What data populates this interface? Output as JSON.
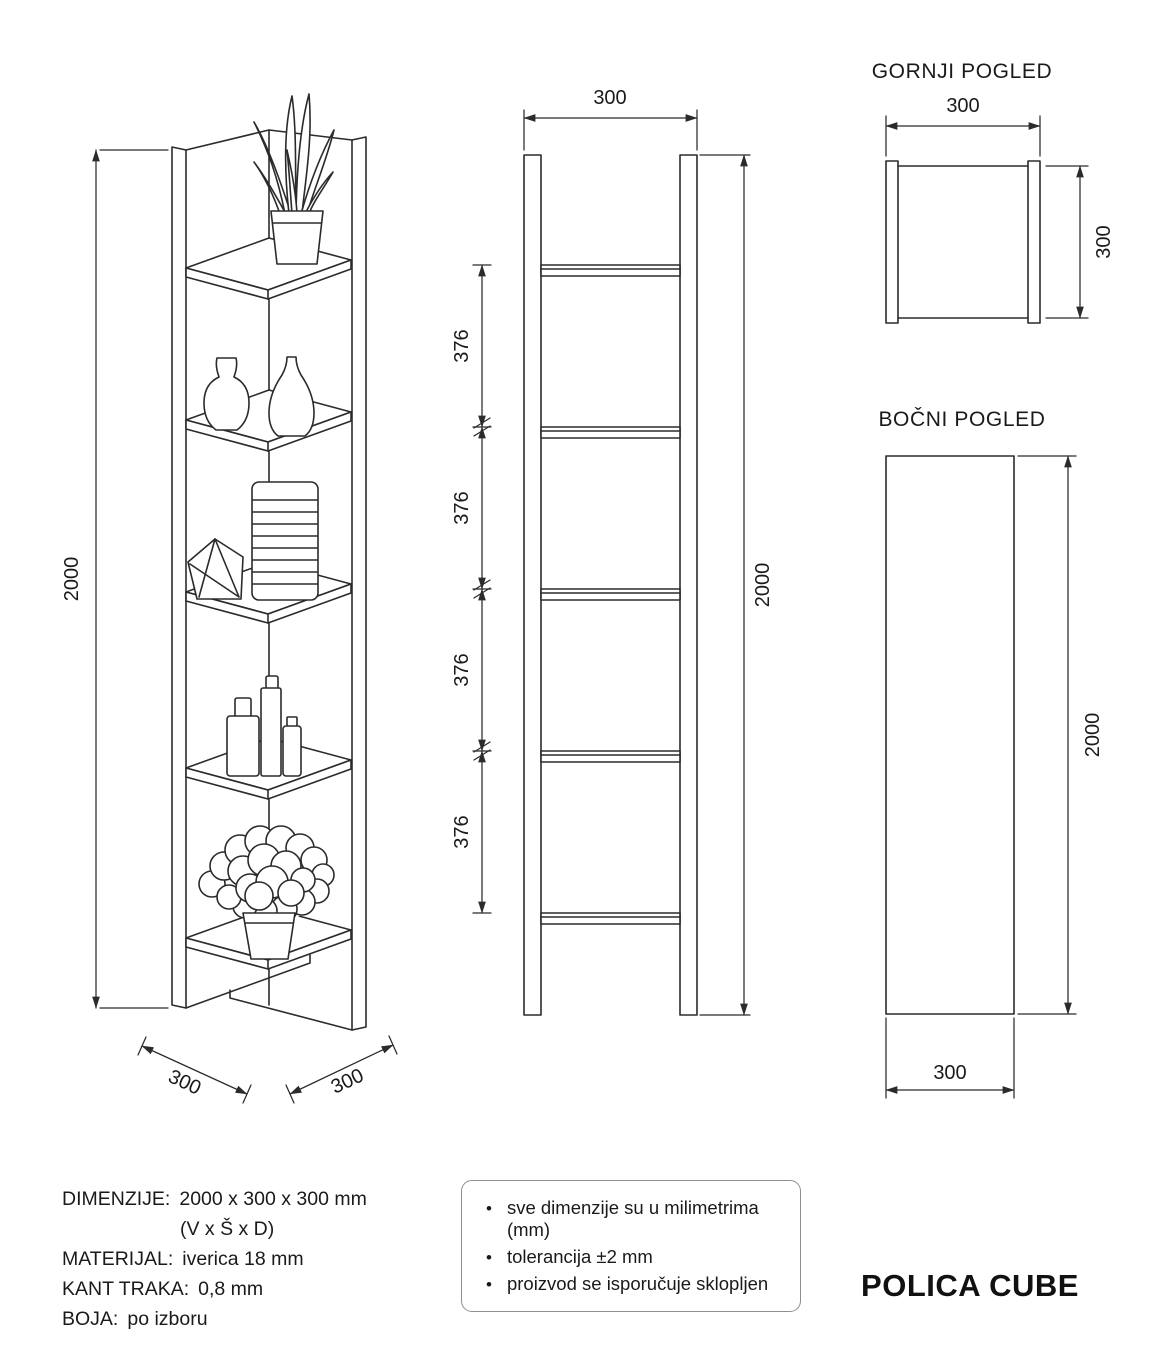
{
  "views": {
    "perspective": {
      "height_label": "2000",
      "depth_label": "300",
      "width_label": "300"
    },
    "front": {
      "width_label": "300",
      "height_label": "2000",
      "spacing_labels": [
        "376",
        "376",
        "376",
        "376"
      ]
    },
    "top": {
      "title": "GORNJI POGLED",
      "width_label": "300",
      "depth_label": "300"
    },
    "side": {
      "title": "BOČNI POGLED",
      "height_label": "2000",
      "width_label": "300"
    }
  },
  "specs": {
    "dimenzije_label": "DIMENZIJE:",
    "dimenzije_value": "2000 x 300 x 300 mm",
    "dimenzije_note": "(V x Š x D)",
    "materijal_label": "MATERIJAL:",
    "materijal_value": "iverica 18 mm",
    "kant_label": "KANT TRAKA:",
    "kant_value": "0,8 mm",
    "boja_label": "BOJA:",
    "boja_value": "po izboru"
  },
  "notes": {
    "bullet": "•",
    "items": [
      "sve dimenzije su u milimetrima (mm)",
      "tolerancija ±2 mm",
      "proizvod se isporučuje sklopljen"
    ]
  },
  "product_name": "POLICA CUBE",
  "colors": {
    "line": "#2b2b2b",
    "text": "#1a1a1a",
    "background": "#ffffff"
  }
}
